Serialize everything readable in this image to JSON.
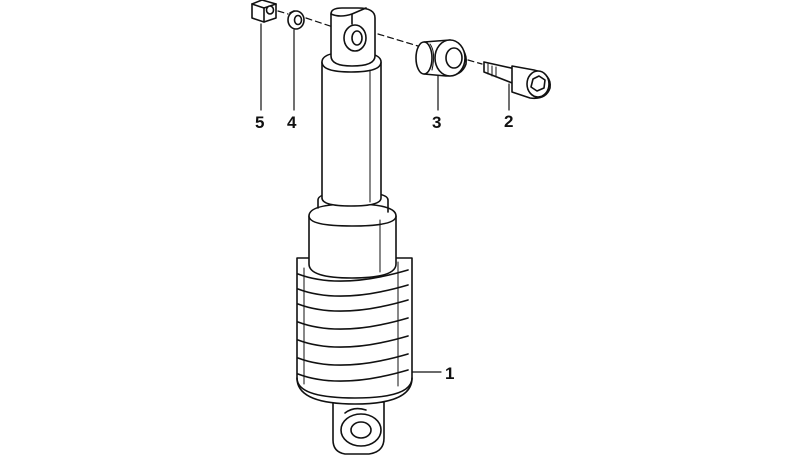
{
  "colors": {
    "ink": "#111111",
    "background": "#ffffff"
  },
  "callouts": {
    "part_1": "1",
    "part_2": "2",
    "part_3": "3",
    "part_4": "4",
    "part_5": "5"
  }
}
